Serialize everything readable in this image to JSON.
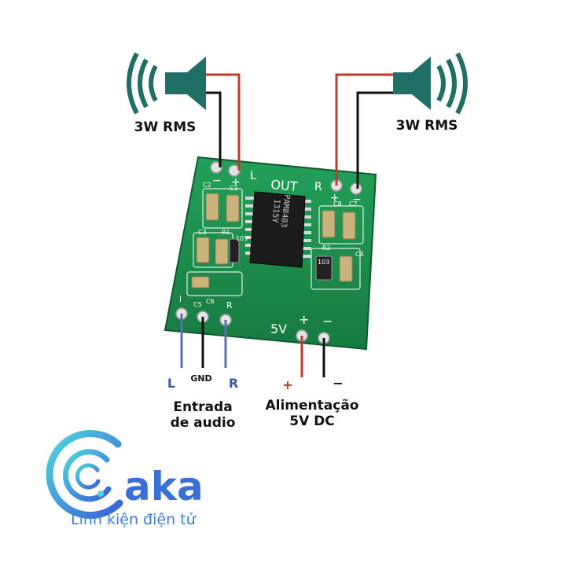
{
  "speakers": {
    "left": {
      "label": "3W RMS",
      "icon": "speaker-icon"
    },
    "right": {
      "label": "3W RMS",
      "icon": "speaker-icon"
    }
  },
  "board": {
    "out_label": "OUT",
    "out_left": "L",
    "out_right": "R",
    "out_minus_left": "−",
    "out_plus_left": "+",
    "out_plus_right": "+",
    "out_minus_right": "−",
    "chip_line1": "PAM8403",
    "chip_line2": "1315Y",
    "power_label": "5V",
    "power_plus": "+",
    "power_minus": "−",
    "in_left": "l",
    "in_right": "R",
    "components": [
      "C2",
      "C1",
      "C3",
      "R1",
      "C6",
      "C7",
      "C8",
      "C4",
      "R2",
      "C5",
      "103",
      "103"
    ]
  },
  "input": {
    "left_label": "L",
    "gnd_label": "GND",
    "right_label": "R",
    "title_line1": "Entrada",
    "title_line2": "de audio"
  },
  "power": {
    "plus_label": "+",
    "minus_label": "−",
    "title_line1": "Alimentação",
    "title_line2": "5V DC"
  },
  "logo": {
    "word": "aka",
    "tagline": "Linh kiện điện tử"
  },
  "colors": {
    "speaker": "#1f6f65",
    "pcb": "#1e8a4c",
    "wire_red": "#c0392b",
    "wire_black": "#111111",
    "wire_blue": "#5b6fb0",
    "logo_blue": "#3a7fd8",
    "logo_cyan": "#4fd6e0"
  }
}
